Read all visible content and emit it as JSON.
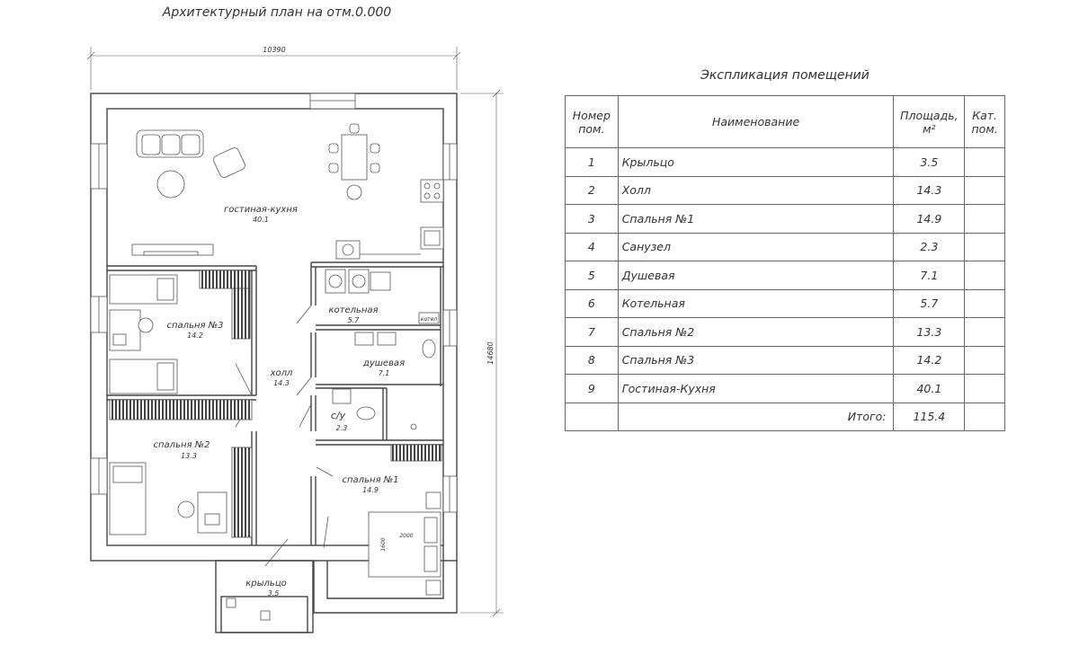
{
  "plan": {
    "title": "Архитектурный план на отм.0.000",
    "dim_width": "10390",
    "dim_height": "14680",
    "rooms": {
      "living": {
        "name": "гостиная-кухня",
        "area": "40.1"
      },
      "bedroom3": {
        "name": "спальня №3",
        "area": "14.2"
      },
      "hall": {
        "name": "холл",
        "area": "14.3"
      },
      "boiler": {
        "name": "котельная",
        "area": "5.7"
      },
      "shower": {
        "name": "душевая",
        "area": "7.1"
      },
      "wc": {
        "name": "с/у",
        "area": "2.3"
      },
      "bedroom2": {
        "name": "спальня №2",
        "area": "13.3"
      },
      "bedroom1": {
        "name": "спальня №1",
        "area": "14.9"
      },
      "porch": {
        "name": "крыльцо",
        "area": "3.5"
      }
    },
    "bed_dims": {
      "length": "2000",
      "width": "1600"
    },
    "boiler_label": "котел"
  },
  "explication": {
    "title": "Экспликация помещений",
    "headers": {
      "num": "Номер пом.",
      "name": "Наименование",
      "area": "Площадь, м²",
      "cat": "Кат. пом."
    },
    "rows": [
      {
        "num": "1",
        "name": "Крыльцо",
        "area": "3.5",
        "cat": ""
      },
      {
        "num": "2",
        "name": "Холл",
        "area": "14.3",
        "cat": ""
      },
      {
        "num": "3",
        "name": "Спальня №1",
        "area": "14.9",
        "cat": ""
      },
      {
        "num": "4",
        "name": "Санузел",
        "area": "2.3",
        "cat": ""
      },
      {
        "num": "5",
        "name": "Душевая",
        "area": "7.1",
        "cat": ""
      },
      {
        "num": "6",
        "name": "Котельная",
        "area": "5.7",
        "cat": ""
      },
      {
        "num": "7",
        "name": "Спальня №2",
        "area": "13.3",
        "cat": ""
      },
      {
        "num": "8",
        "name": "Спальня №3",
        "area": "14.2",
        "cat": ""
      },
      {
        "num": "9",
        "name": "Гостиная-Кухня",
        "area": "40.1",
        "cat": ""
      }
    ],
    "total": {
      "label": "Итого:",
      "area": "115.4"
    }
  }
}
